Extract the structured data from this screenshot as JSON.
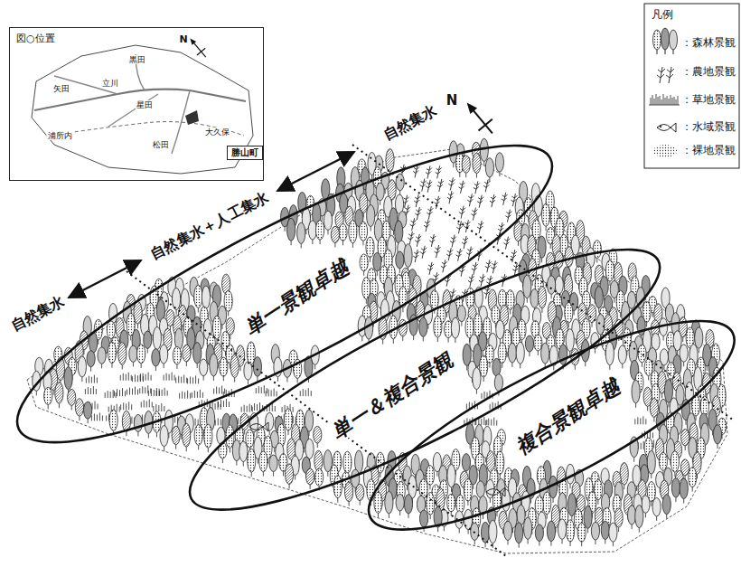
{
  "diagram": {
    "nodes": [
      {
        "text": [
          "図○位置"
        ]
      },
      {
        "text": [
          "勝山町"
        ],
        "in": 0
      },
      {
        "text": [
          "単一景観卓越"
        ]
      },
      {
        "text": [
          "単一＆複合景観"
        ]
      },
      {
        "text": [
          "複合景観卓越"
        ]
      }
    ],
    "labels": [
      "N",
      "黒田",
      "矢田",
      "立川",
      "星田",
      "浦所内",
      "松田",
      "大久保",
      "N",
      "自然集水",
      "自然集水＋人工集水",
      "自然集水",
      "凡例"
    ],
    "legend": [
      {
        "text": "：森林景観"
      },
      {
        "text": "：農地景観"
      },
      {
        "text": "：草地景観"
      },
      {
        "text": "：水域景観"
      },
      {
        "text": "：裸地景観"
      }
    ]
  }
}
